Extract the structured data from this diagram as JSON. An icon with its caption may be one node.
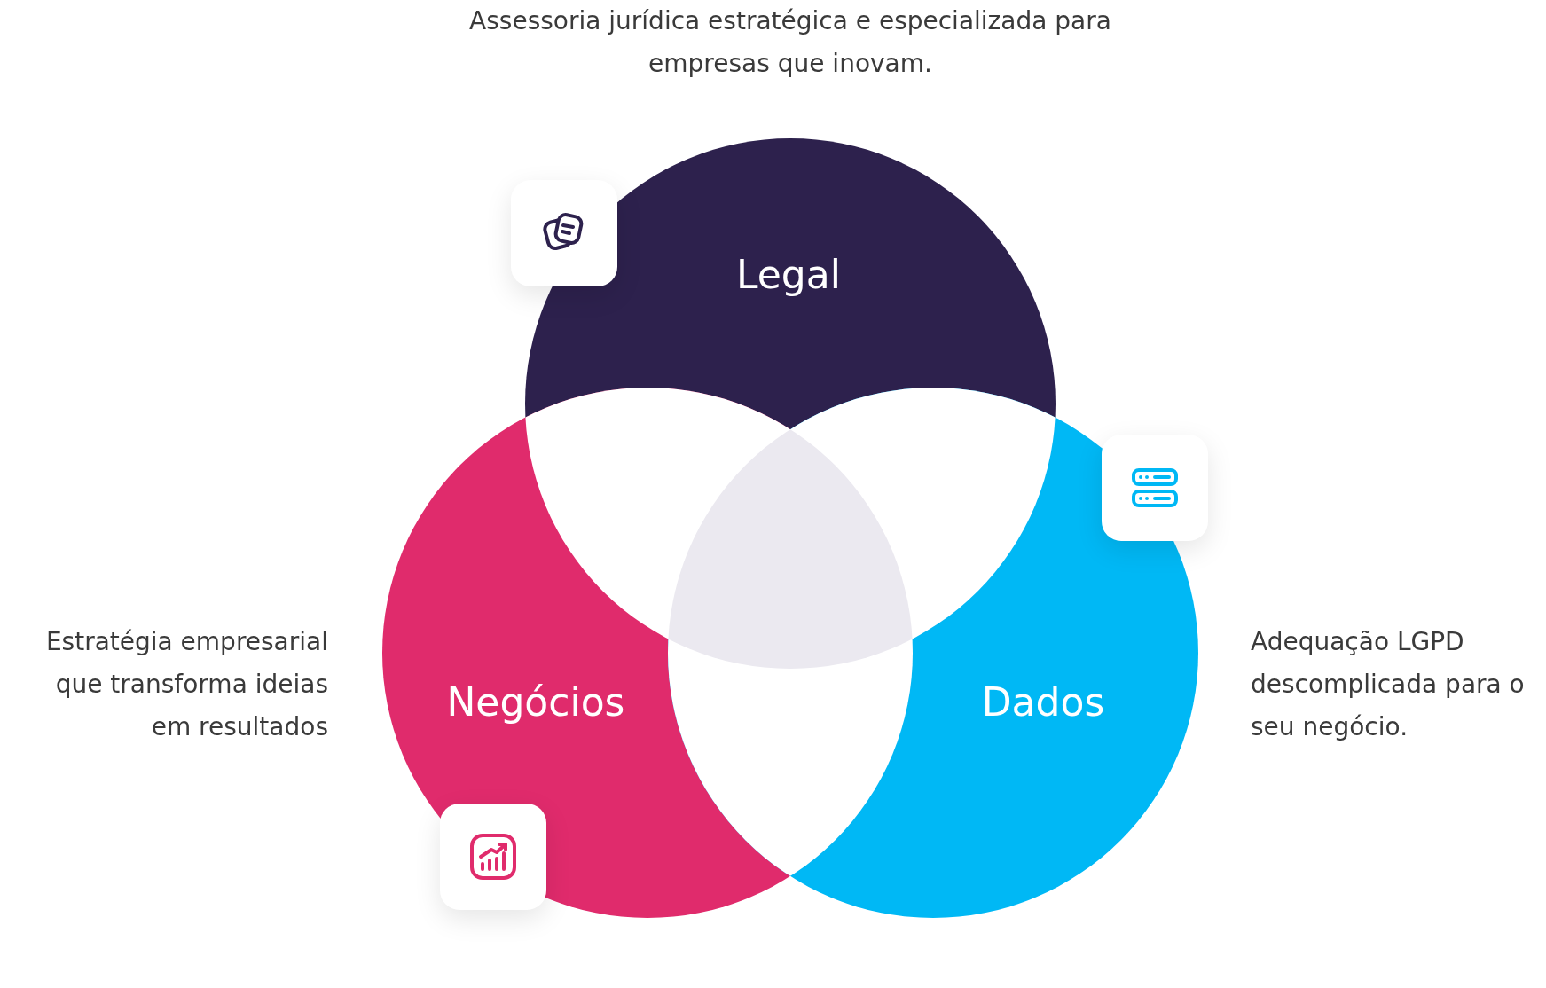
{
  "diagram": {
    "nodes": [
      {
        "text": [
          "Legal"
        ],
        "beside": [
          "Assessoria jurídica estratégica e especializada para empresas que inovam."
        ]
      },
      {
        "text": [
          "Negócios"
        ],
        "beside": [
          "Estratégia empresarial que transforma ideias em resultados"
        ]
      },
      {
        "text": [
          "Dados"
        ],
        "beside": [
          "Adequação LGPD descomplicada para o seu negócio."
        ]
      }
    ]
  }
}
